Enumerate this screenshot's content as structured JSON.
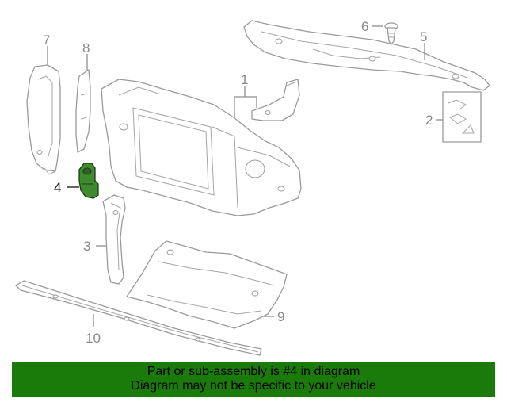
{
  "callouts": [
    {
      "id": "1",
      "label": "1"
    },
    {
      "id": "2",
      "label": "2"
    },
    {
      "id": "3",
      "label": "3"
    },
    {
      "id": "4",
      "label": "4"
    },
    {
      "id": "5",
      "label": "5"
    },
    {
      "id": "6",
      "label": "6"
    },
    {
      "id": "7",
      "label": "7"
    },
    {
      "id": "8",
      "label": "8"
    },
    {
      "id": "9",
      "label": "9"
    },
    {
      "id": "10",
      "label": "10"
    }
  ],
  "highlighted_part": "4",
  "colors": {
    "banner_background": "#1a7a0a",
    "highlight_part": "#3f8a2e",
    "line_art": "#9a9a9a"
  },
  "banner": {
    "line1": "Part or sub-assembly is #4 in diagram",
    "line2": "Diagram may not be specific to your vehicle"
  }
}
